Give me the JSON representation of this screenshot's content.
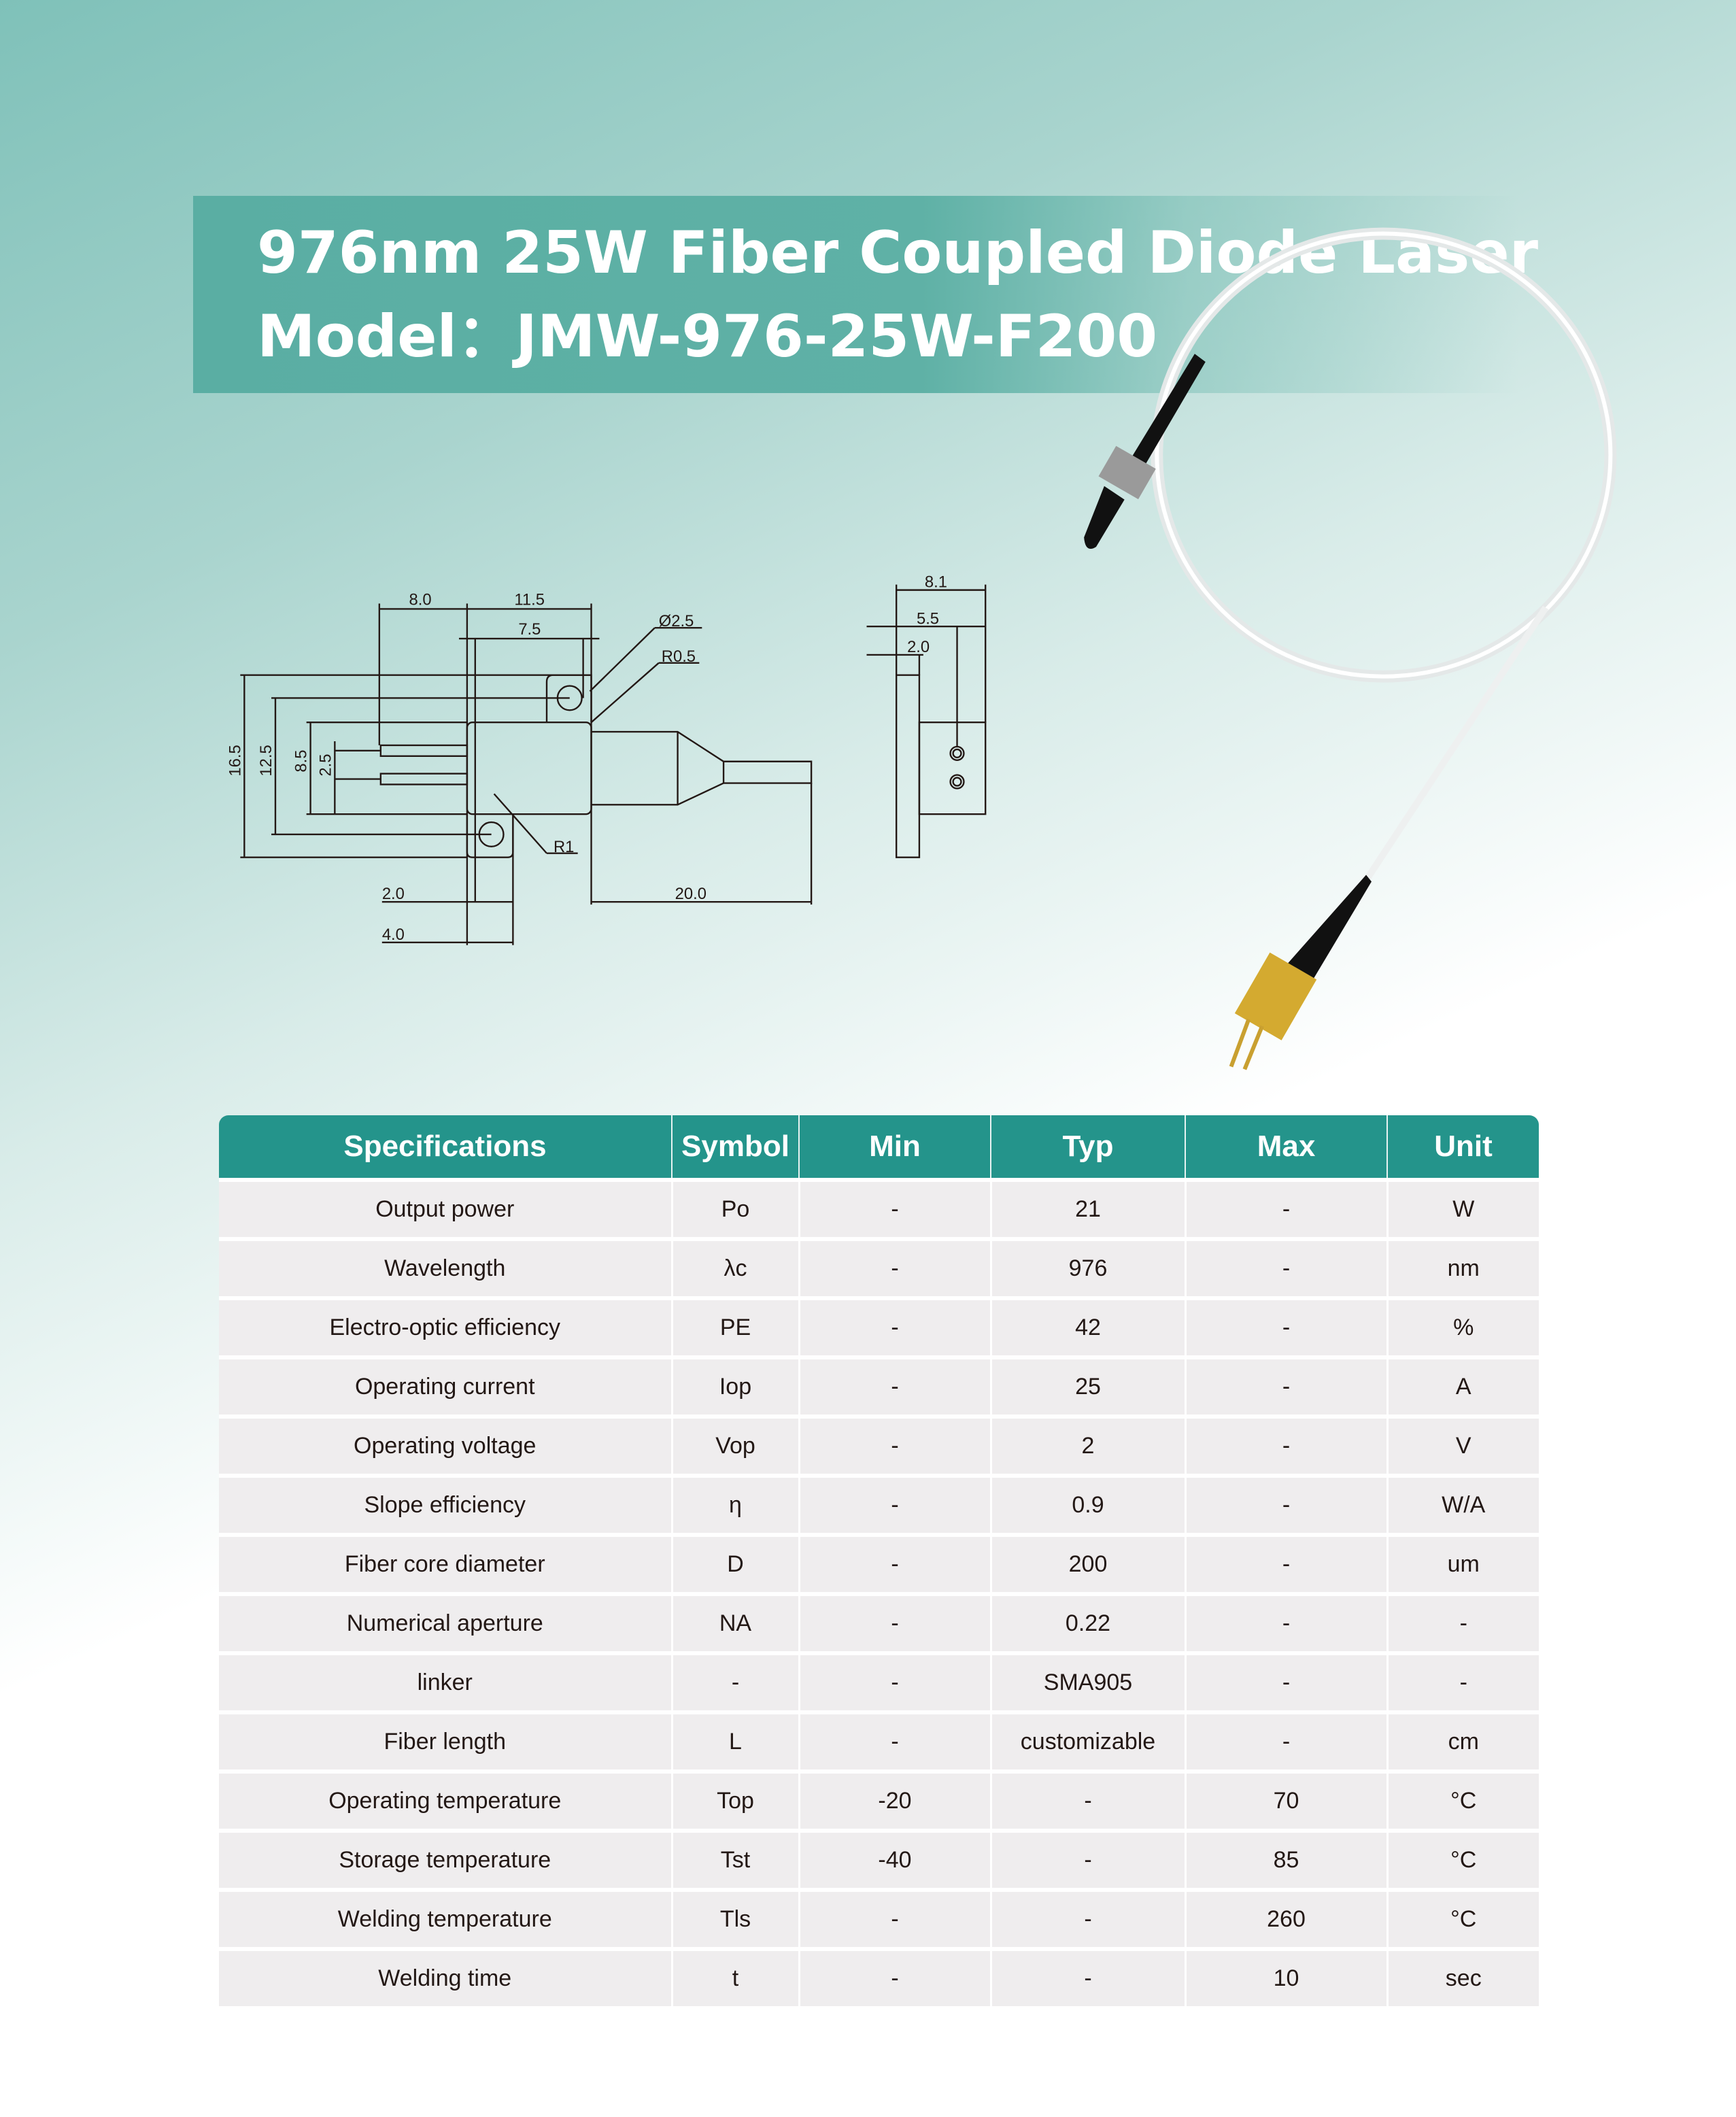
{
  "header": {
    "title": "976nm 25W Fiber Coupled Diode Laser",
    "model": "Model：JMW-976-25W-F200"
  },
  "drawing": {
    "front_dims": [
      "8.0",
      "11.5",
      "7.5",
      "Ø2.5",
      "R0.5",
      "16.5",
      "12.5",
      "8.5",
      "2.5",
      "R1",
      "2.0",
      "4.0",
      "20.0"
    ],
    "side_dims": [
      "8.1",
      "5.5",
      "2.0"
    ]
  },
  "colors": {
    "accent": "#24948b",
    "banner": "#5aaea3",
    "row_bg": "#efedee"
  },
  "table": {
    "headers": [
      "Specifications",
      "Symbol",
      "Min",
      "Typ",
      "Max",
      "Unit"
    ],
    "rows": [
      [
        "Output power",
        "Po",
        "-",
        "21",
        "-",
        "W"
      ],
      [
        "Wavelength",
        "λc",
        "-",
        "976",
        "-",
        "nm"
      ],
      [
        "Electro-optic efficiency",
        "PE",
        "-",
        "42",
        "-",
        "%"
      ],
      [
        "Operating current",
        "Iop",
        "-",
        "25",
        "-",
        "A"
      ],
      [
        "Operating voltage",
        "Vop",
        "-",
        "2",
        "-",
        "V"
      ],
      [
        "Slope efficiency",
        "η",
        "-",
        "0.9",
        "-",
        "W/A"
      ],
      [
        "Fiber core diameter",
        "D",
        "-",
        "200",
        "-",
        "um"
      ],
      [
        "Numerical aperture",
        "NA",
        "-",
        "0.22",
        "-",
        "-"
      ],
      [
        "linker",
        "-",
        "-",
        "SMA905",
        "-",
        "-"
      ],
      [
        "Fiber length",
        "L",
        "-",
        "customizable",
        "-",
        "cm"
      ],
      [
        "Operating temperature",
        "Top",
        "-20",
        "-",
        "70",
        "°C"
      ],
      [
        "Storage temperature",
        "Tst",
        "-40",
        "-",
        "85",
        "°C"
      ],
      [
        "Welding temperature",
        "Tls",
        "-",
        "-",
        "260",
        "°C"
      ],
      [
        "Welding time",
        "t",
        "-",
        "-",
        "10",
        "sec"
      ]
    ]
  }
}
